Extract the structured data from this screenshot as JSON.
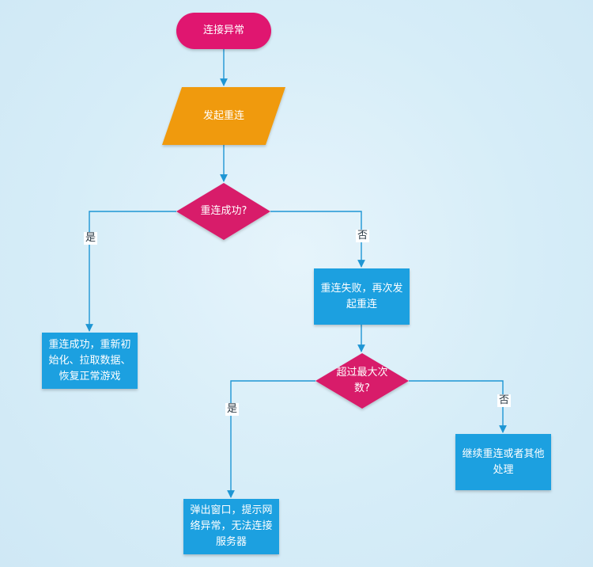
{
  "nodes": {
    "start": "连接异常",
    "reconnect": "发起重连",
    "success_check": "重连成功?",
    "success_action": "重连成功，重新初始化、拉取数据、恢复正常游戏",
    "fail_action": "重连失败，再次发起重连",
    "max_check": "超过最大次数?",
    "max_yes_action": "弹出窗口，提示网络异常，无法连接服务器",
    "max_no_action": "继续重连或者其他处理"
  },
  "labels": {
    "yes": "是",
    "no": "否"
  },
  "colors": {
    "terminal": "#e0136f",
    "io": "#f09a0a",
    "decision": "#d81b6b",
    "process": "#1ea0e0",
    "edge": "#1e96d4"
  }
}
